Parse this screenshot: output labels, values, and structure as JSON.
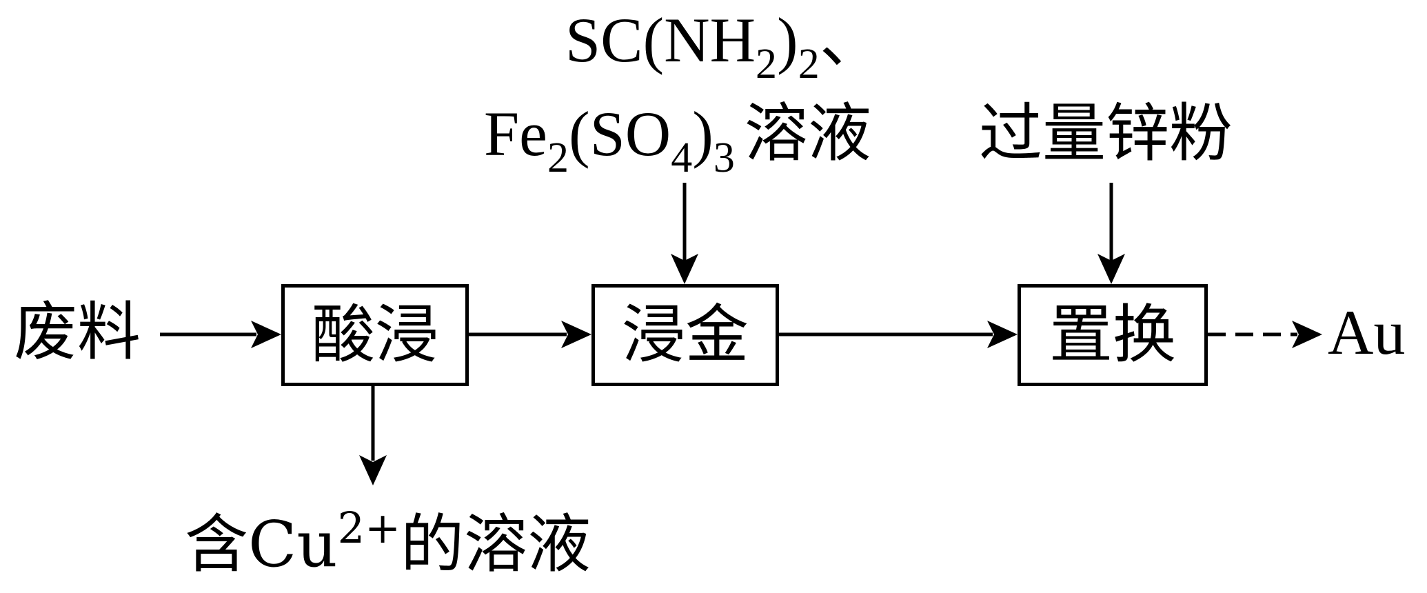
{
  "input": {
    "label": "废料"
  },
  "steps": [
    {
      "label": "酸浸"
    },
    {
      "label": "浸金"
    },
    {
      "label": "置换"
    }
  ],
  "product": {
    "label": "Au"
  },
  "reagent_leach": {
    "line1_prefix": "SC(NH",
    "line1_sub1": "2",
    "line1_mid": ")",
    "line1_sub2": "2",
    "line1_suffix": "、",
    "line2_prefix": "Fe",
    "line2_sub1": "2",
    "line2_mid1": "(SO",
    "line2_sub2": "4",
    "line2_mid2": ")",
    "line2_sub3": "3",
    "line2_suffix": "溶液"
  },
  "reagent_replace": {
    "label": "过量锌粉"
  },
  "byproduct": {
    "prefix": "含Cu",
    "sup": "2+",
    "suffix": "的溶液"
  }
}
